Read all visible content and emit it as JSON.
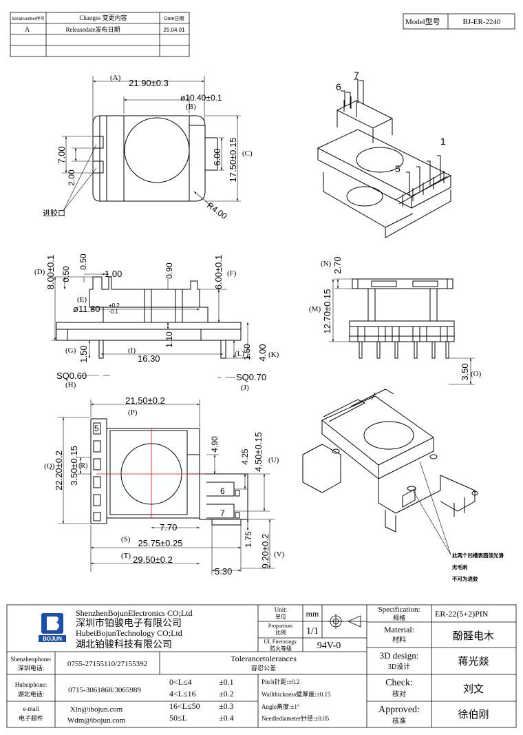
{
  "revision": {
    "headers": [
      "Serialnumber序号",
      "Changes 变更内容",
      "Date日期"
    ],
    "rows": [
      [
        "A",
        "Releasedate发布日期",
        "25.04.01"
      ],
      [
        "",
        "",
        ""
      ],
      [
        "",
        "",
        ""
      ]
    ]
  },
  "model": {
    "label": "Model型号",
    "value": "BJ-ER-2240"
  },
  "top_view": {
    "dim_a_letter": "(A)",
    "dim_a": "21.90±0.3",
    "dim_b": "ø10.40±0.1",
    "dim_b_letter": "(B)",
    "dim_c": "17.50±0.15",
    "dim_c_letter": "(C)",
    "dim_7": "7.00",
    "dim_6": "6.00",
    "dim_2": "2.00",
    "radius": "R4.00",
    "inlet_label": "进胶口"
  },
  "side_view": {
    "dim_d_letter": "(D)",
    "dim_d": "8.00±0.1",
    "dim_050a": "0.50",
    "dim_050b": "0.50",
    "dim_100": "1.00",
    "dim_090": "0.90",
    "dim_f": "6.00±0.1",
    "dim_f_letter": "(F)",
    "dim_e_letter": "(E)",
    "dim_e": "ø11.80",
    "dim_e_tol_up": "+0.2",
    "dim_e_tol_down": "-0.1",
    "dim_110": "1.10",
    "dim_g_letter": "(G)",
    "dim_g": "1.50",
    "dim_i_letter": "(I)",
    "dim_i": "16.30",
    "dim_l_letter": "(L)",
    "dim_l": "1.50",
    "dim_k": "4.00",
    "dim_k_letter": "(K)",
    "dim_h": "SQ0.60",
    "dim_h_letter": "(H)",
    "dim_j": "SQ0.70",
    "dim_j_letter": "(J)"
  },
  "front_view": {
    "dim_n_letter": "(N)",
    "dim_n": "2.70",
    "dim_m_letter": "(M)",
    "dim_m": "12.70±0.15",
    "dim_o": "3.50",
    "dim_o_letter": "(O)"
  },
  "bottom_view": {
    "dim_p": "21.50±0.2",
    "dim_p_letter": "(P)",
    "dim_q_letter": "(Q)",
    "dim_q": "22.20±0.2",
    "dim_r": "3.50±0.15",
    "dim_r_letter": "(R)",
    "dim_490": "4.90",
    "dim_425": "4.25",
    "dim_u": "4.50±0.15",
    "dim_u_letter": "(U)",
    "dim_770": "7.70",
    "dim_175": "1.75",
    "dim_s_letter": "(S)",
    "dim_s": "25.75±0.25",
    "dim_v": "9.20±0.2",
    "dim_v_letter": "(V)",
    "dim_t_letter": "(T)",
    "dim_t": "29.50±0.2",
    "dim_530": "5.30",
    "pin_5": "5",
    "pin_6": "6",
    "pin_7": "7"
  },
  "iso_top": {
    "pin_6": "6",
    "pin_7": "7",
    "pin_1": "1",
    "pin_5": "5"
  },
  "iso_bottom": {
    "note_1": "此两个凹槽表面须光滑",
    "note_2": "无毛刺",
    "note_3": "不可为进胶"
  },
  "title_block": {
    "company_en_1": "ShenzhenBojunElectronics CO;Ltd",
    "company_cn_1": "深圳市铂骏电子有限公司",
    "company_en_2": "HubeiBojunTechnology CO;Ltd",
    "company_cn_2": "湖北铂骏科技有限公司",
    "logo_text": "BOJUN",
    "unit_label_en": "Unit:",
    "unit_label_cn": "单位",
    "unit_value": "mm",
    "proportion_en": "Proportion:",
    "proportion_cn": "比例",
    "proportion_value": "1/1",
    "fire_en": "UL Fireratings:",
    "fire_cn": "防火等级",
    "fire_value": "94V-0",
    "spec_en": "Specification:",
    "spec_cn": "规格",
    "spec_value": "ER-22(5+2)PIN",
    "material_en": "Material:",
    "material_cn": "材料",
    "material_value": "酚醛电木",
    "design_en": "3D design:",
    "design_cn": "3D设计",
    "design_value": "蒋光燚",
    "check_en": "Check:",
    "check_cn": "核对",
    "check_value": "刘文",
    "approved_en": "Approved:",
    "approved_cn": "核准",
    "approved_value": "徐伯刚",
    "sz_phone_en": "Shenzhenphone:",
    "sz_phone_cn": "深圳电话:",
    "sz_phone": "0755-27155110/27155392",
    "hb_phone_en": "Hubeiphone:",
    "hb_phone_cn": "湖北电话:",
    "hb_phone": "0715-3061868/3065989",
    "email_en": "e-mail",
    "email_cn": "电子邮件",
    "email_1": "Xln@ibojun.com",
    "email_2": "Wdm@ibojun.com",
    "tol_title_en": "Tolerancetolerances",
    "tol_title_cn": "容忍公差",
    "tol_ranges": [
      "0<L≤4",
      "4<L≤16",
      "16<L≤50",
      "50≤L"
    ],
    "tol_values": [
      "±0.1",
      "±0.2",
      "±0.3",
      "±0.4"
    ],
    "note_pitch": "Pitch针距:±0.2",
    "note_wall": "Wallthickness壁厚度:±0.15",
    "note_angle": "Angle角度:±1°",
    "note_needle": "Needlediameter针径:±0.05"
  },
  "colors": {
    "line": "#000000",
    "centerline": "#ff0000",
    "logo_blue": "#1c4fa8"
  }
}
